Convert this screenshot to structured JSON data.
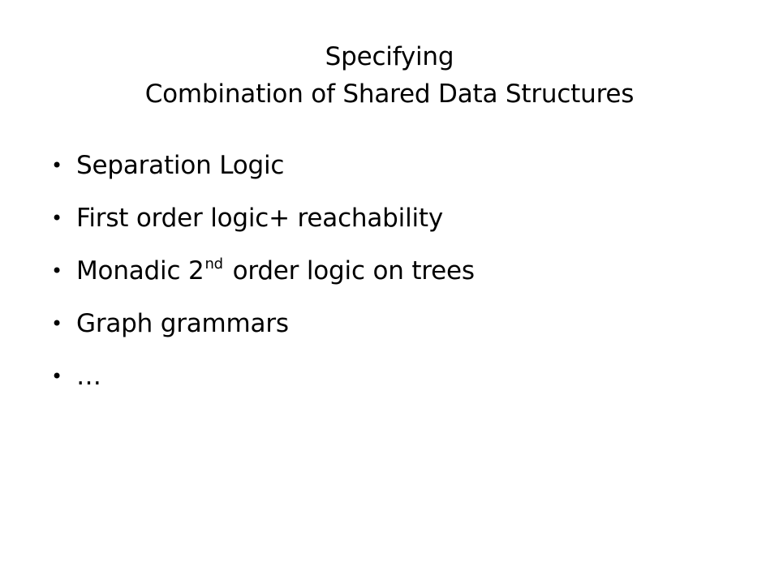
{
  "slide": {
    "title_line1": "Specifying",
    "title_line2": "Combination of Shared Data Structures",
    "bullet_symbol": "•",
    "bullets": [
      {
        "text": "Separation Logic"
      },
      {
        "text": "First order logic+ reachability"
      },
      {
        "text_before": "Monadic 2",
        "superscript": "nd",
        "text_after": "order logic on trees"
      },
      {
        "text": "Graph grammars"
      },
      {
        "text": "…"
      }
    ]
  }
}
